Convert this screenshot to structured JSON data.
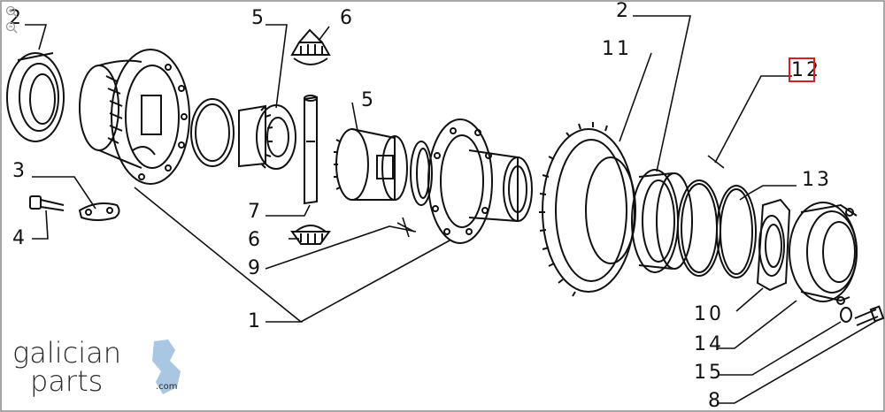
{
  "viewer": {
    "controls": [
      {
        "name": "zoom-in-icon"
      },
      {
        "name": "zoom-out-icon"
      }
    ]
  },
  "diagram": {
    "callouts": [
      "2",
      "5",
      "6",
      "2",
      "11",
      "12",
      "3",
      "5",
      "4",
      "7",
      "6",
      "13",
      "9",
      "1",
      "10",
      "14",
      "15",
      "8"
    ],
    "highlighted_callout": "12"
  },
  "logo": {
    "line1": "galician",
    "line2": "parts",
    "suffix": ".com"
  },
  "colors": {
    "line": "#111111",
    "highlight": "#d42020",
    "logo_text": "#2a2a2a",
    "logo_accent": "#a9c6e2",
    "frame": "#8a8a8a"
  }
}
